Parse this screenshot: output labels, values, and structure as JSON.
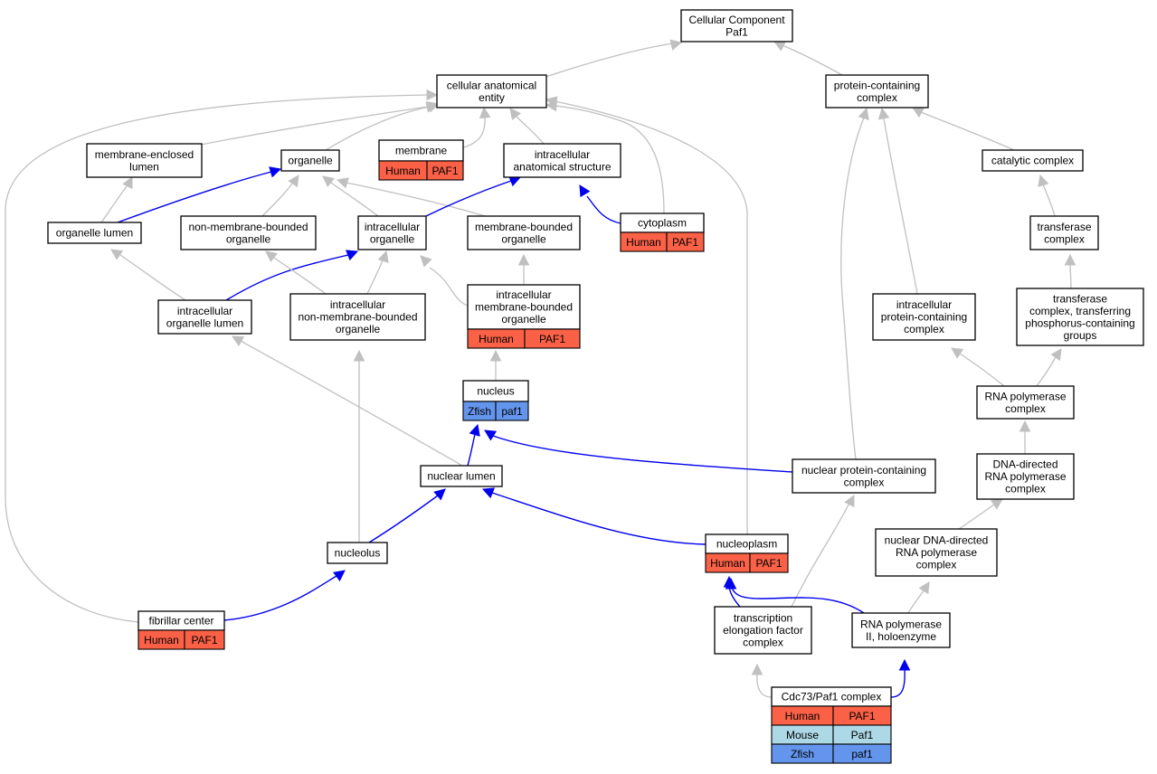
{
  "colors": {
    "human": "#fa6147",
    "mouse": "#add8e6",
    "zfish": "#6495ed",
    "is_a_edge": "#c0c0c0",
    "part_of_edge": "#0000ee"
  },
  "nodes": {
    "cellular_component_paf1": [
      "Cellular Component",
      "Paf1"
    ],
    "cellular_anatomical_entity": [
      "cellular anatomical",
      "entity"
    ],
    "protein_containing_complex": [
      "protein-containing",
      "complex"
    ],
    "membrane_enclosed_lumen": [
      "membrane-enclosed",
      "lumen"
    ],
    "organelle": [
      "organelle"
    ],
    "membrane": [
      "membrane"
    ],
    "intracellular_anatomical_structure": [
      "intracellular",
      "anatomical structure"
    ],
    "catalytic_complex": [
      "catalytic complex"
    ],
    "organelle_lumen": [
      "organelle lumen"
    ],
    "non_membrane_bounded_organelle": [
      "non-membrane-bounded",
      "organelle"
    ],
    "intracellular_organelle": [
      "intracellular",
      "organelle"
    ],
    "membrane_bounded_organelle": [
      "membrane-bounded",
      "organelle"
    ],
    "cytoplasm": [
      "cytoplasm"
    ],
    "transferase_complex": [
      "transferase",
      "complex"
    ],
    "intracellular_organelle_lumen": [
      "intracellular",
      "organelle lumen"
    ],
    "intracellular_non_membrane_bounded_organelle": [
      "intracellular",
      "non-membrane-bounded",
      "organelle"
    ],
    "intracellular_membrane_bounded_organelle": [
      "intracellular",
      "membrane-bounded",
      "organelle"
    ],
    "intracellular_protein_containing_complex": [
      "intracellular",
      "protein-containing",
      "complex"
    ],
    "transferase_complex_phosphorus": [
      "transferase",
      "complex, transferring",
      "phosphorus-containing",
      "groups"
    ],
    "nucleus": [
      "nucleus"
    ],
    "rna_polymerase_complex": [
      "RNA polymerase",
      "complex"
    ],
    "nuclear_lumen": [
      "nuclear lumen"
    ],
    "nuclear_protein_containing_complex": [
      "nuclear protein-containing",
      "complex"
    ],
    "dna_directed_rna_polymerase_complex": [
      "DNA-directed",
      "RNA polymerase",
      "complex"
    ],
    "nucleolus": [
      "nucleolus"
    ],
    "nucleoplasm": [
      "nucleoplasm"
    ],
    "nuclear_dna_directed_rna_polymerase_complex": [
      "nuclear DNA-directed",
      "RNA polymerase",
      "complex"
    ],
    "fibrillar_center": [
      "fibrillar center"
    ],
    "transcription_elongation_factor_complex": [
      "transcription",
      "elongation factor",
      "complex"
    ],
    "rna_polymerase_ii_holoenzyme": [
      "RNA polymerase",
      "II, holoenzyme"
    ],
    "cdc73_paf1_complex": [
      "Cdc73/Paf1 complex"
    ]
  },
  "annotations": {
    "membrane": [
      [
        "Human",
        "PAF1"
      ]
    ],
    "cytoplasm": [
      [
        "Human",
        "PAF1"
      ]
    ],
    "intracellular_membrane_bounded_organelle": [
      [
        "Human",
        "PAF1"
      ]
    ],
    "nucleus": [
      [
        "Zfish",
        "paf1"
      ]
    ],
    "nucleoplasm": [
      [
        "Human",
        "PAF1"
      ]
    ],
    "fibrillar_center": [
      [
        "Human",
        "PAF1"
      ]
    ],
    "cdc73_paf1_complex": [
      [
        "Human",
        "PAF1"
      ],
      [
        "Mouse",
        "Paf1"
      ],
      [
        "Zfish",
        "paf1"
      ]
    ]
  },
  "edges": [
    {
      "from": "cellular_anatomical_entity",
      "to": "cellular_component_paf1",
      "type": "is_a"
    },
    {
      "from": "protein_containing_complex",
      "to": "cellular_component_paf1",
      "type": "is_a"
    },
    {
      "from": "membrane_enclosed_lumen",
      "to": "cellular_anatomical_entity",
      "type": "is_a"
    },
    {
      "from": "organelle",
      "to": "cellular_anatomical_entity",
      "type": "is_a"
    },
    {
      "from": "membrane",
      "to": "cellular_anatomical_entity",
      "type": "is_a"
    },
    {
      "from": "intracellular_anatomical_structure",
      "to": "cellular_anatomical_entity",
      "type": "is_a"
    },
    {
      "from": "cytoplasm",
      "to": "cellular_anatomical_entity",
      "type": "is_a"
    },
    {
      "from": "nucleoplasm",
      "to": "cellular_anatomical_entity",
      "type": "is_a"
    },
    {
      "from": "fibrillar_center",
      "to": "cellular_anatomical_entity",
      "type": "is_a"
    },
    {
      "from": "catalytic_complex",
      "to": "protein_containing_complex",
      "type": "is_a"
    },
    {
      "from": "intracellular_protein_containing_complex",
      "to": "protein_containing_complex",
      "type": "is_a"
    },
    {
      "from": "nuclear_protein_containing_complex",
      "to": "protein_containing_complex",
      "type": "is_a"
    },
    {
      "from": "organelle_lumen",
      "to": "membrane_enclosed_lumen",
      "type": "is_a"
    },
    {
      "from": "organelle_lumen",
      "to": "organelle",
      "type": "part_of"
    },
    {
      "from": "non_membrane_bounded_organelle",
      "to": "organelle",
      "type": "is_a"
    },
    {
      "from": "intracellular_organelle",
      "to": "organelle",
      "type": "is_a"
    },
    {
      "from": "membrane_bounded_organelle",
      "to": "organelle",
      "type": "is_a"
    },
    {
      "from": "intracellular_organelle",
      "to": "intracellular_anatomical_structure",
      "type": "part_of"
    },
    {
      "from": "cytoplasm",
      "to": "intracellular_anatomical_structure",
      "type": "part_of"
    },
    {
      "from": "transferase_complex",
      "to": "catalytic_complex",
      "type": "is_a"
    },
    {
      "from": "intracellular_organelle_lumen",
      "to": "organelle_lumen",
      "type": "is_a"
    },
    {
      "from": "intracellular_organelle_lumen",
      "to": "intracellular_organelle",
      "type": "part_of"
    },
    {
      "from": "intracellular_non_membrane_bounded_organelle",
      "to": "non_membrane_bounded_organelle",
      "type": "is_a"
    },
    {
      "from": "intracellular_non_membrane_bounded_organelle",
      "to": "intracellular_organelle",
      "type": "is_a"
    },
    {
      "from": "intracellular_membrane_bounded_organelle",
      "to": "intracellular_organelle",
      "type": "is_a"
    },
    {
      "from": "intracellular_membrane_bounded_organelle",
      "to": "membrane_bounded_organelle",
      "type": "is_a"
    },
    {
      "from": "transferase_complex_phosphorus",
      "to": "transferase_complex",
      "type": "is_a"
    },
    {
      "from": "nucleus",
      "to": "intracellular_membrane_bounded_organelle",
      "type": "is_a"
    },
    {
      "from": "rna_polymerase_complex",
      "to": "intracellular_protein_containing_complex",
      "type": "is_a"
    },
    {
      "from": "rna_polymerase_complex",
      "to": "transferase_complex_phosphorus",
      "type": "is_a"
    },
    {
      "from": "nuclear_lumen",
      "to": "intracellular_organelle_lumen",
      "type": "is_a"
    },
    {
      "from": "nuclear_lumen",
      "to": "nucleus",
      "type": "part_of"
    },
    {
      "from": "nuclear_protein_containing_complex",
      "to": "nucleus",
      "type": "part_of"
    },
    {
      "from": "dna_directed_rna_polymerase_complex",
      "to": "rna_polymerase_complex",
      "type": "is_a"
    },
    {
      "from": "nucleolus",
      "to": "intracellular_non_membrane_bounded_organelle",
      "type": "is_a"
    },
    {
      "from": "nucleolus",
      "to": "nuclear_lumen",
      "type": "part_of"
    },
    {
      "from": "nucleoplasm",
      "to": "nuclear_lumen",
      "type": "part_of"
    },
    {
      "from": "nuclear_dna_directed_rna_polymerase_complex",
      "to": "dna_directed_rna_polymerase_complex",
      "type": "is_a"
    },
    {
      "from": "fibrillar_center",
      "to": "nucleolus",
      "type": "part_of"
    },
    {
      "from": "transcription_elongation_factor_complex",
      "to": "nuclear_protein_containing_complex",
      "type": "is_a"
    },
    {
      "from": "transcription_elongation_factor_complex",
      "to": "nucleoplasm",
      "type": "part_of"
    },
    {
      "from": "rna_polymerase_ii_holoenzyme",
      "to": "nuclear_dna_directed_rna_polymerase_complex",
      "type": "is_a"
    },
    {
      "from": "rna_polymerase_ii_holoenzyme",
      "to": "nucleoplasm",
      "type": "part_of"
    },
    {
      "from": "cdc73_paf1_complex",
      "to": "transcription_elongation_factor_complex",
      "type": "is_a"
    },
    {
      "from": "cdc73_paf1_complex",
      "to": "rna_polymerase_ii_holoenzyme",
      "type": "part_of"
    }
  ]
}
